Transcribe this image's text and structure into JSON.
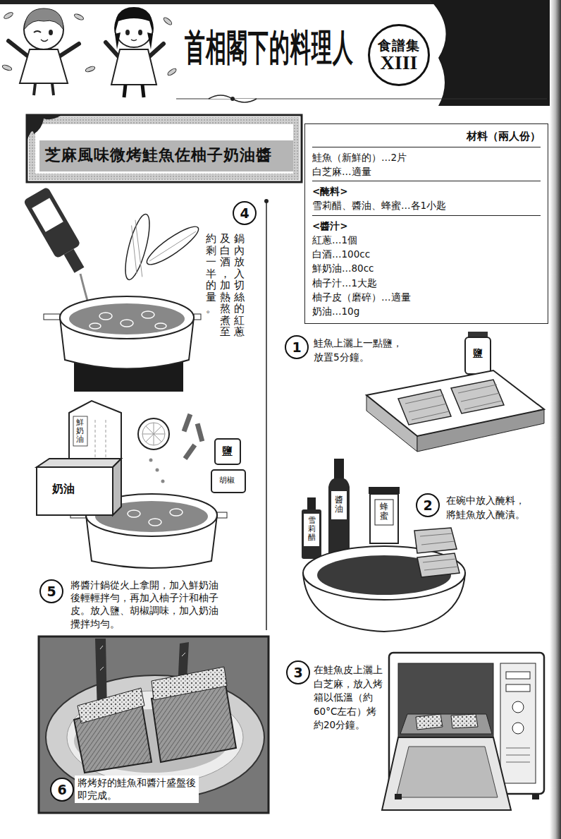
{
  "diagram": {
    "title": "首相閣下的料理人",
    "nodes": [
      {
        "text": [
          "食譜集",
          "XIII"
        ]
      },
      {
        "text": [
          "芝麻風味微烤鮭魚佐柚子奶油醬"
        ]
      },
      {
        "text": [
          "材料（兩人份）",
          "鮭魚（新鮮的）…2片",
          "白芝麻…適量",
          "<醃料>",
          "雪莉醋、醬油、蜂蜜…各1小匙",
          "<醬汁>",
          "紅蔥…1個",
          "白酒…100cc",
          "鮮奶油…80cc",
          "柚子汁…1大匙",
          "柚子皮（磨碎）…適量",
          "奶油…10g"
        ]
      },
      {
        "text": [
          "1"
        ]
      },
      {
        "text": [
          "2"
        ]
      },
      {
        "text": [
          "3"
        ]
      },
      {
        "text": [
          "4"
        ]
      },
      {
        "text": [
          "5"
        ]
      },
      {
        "text": [
          "6"
        ]
      }
    ],
    "labels": [
      "鮭魚上灑上一點鹽，放置5分鐘。",
      "在碗中放入醃料，將鮭魚放入醃漬。",
      "在鮭魚皮上灑上白芝麻，放入烤箱以低溫（約60°C左右）烤約20分鐘。",
      "鍋內放入切絲的紅蔥及白酒，加熱熬煮至約剩一半的量。",
      "將醬汁鍋從火上拿開，加入鮮奶油後輕輕拌勻，再加入柚子汁和柚子皮。放入鹽、胡椒調味，加入奶油攪拌均勻。",
      "將烤好的鮭魚和醬汁盛盤後即完成。",
      "鹽",
      "醬油",
      "雪莉醋",
      "蜂蜜",
      "鮮奶油",
      "奶油",
      "鹽",
      "胡椒"
    ]
  }
}
